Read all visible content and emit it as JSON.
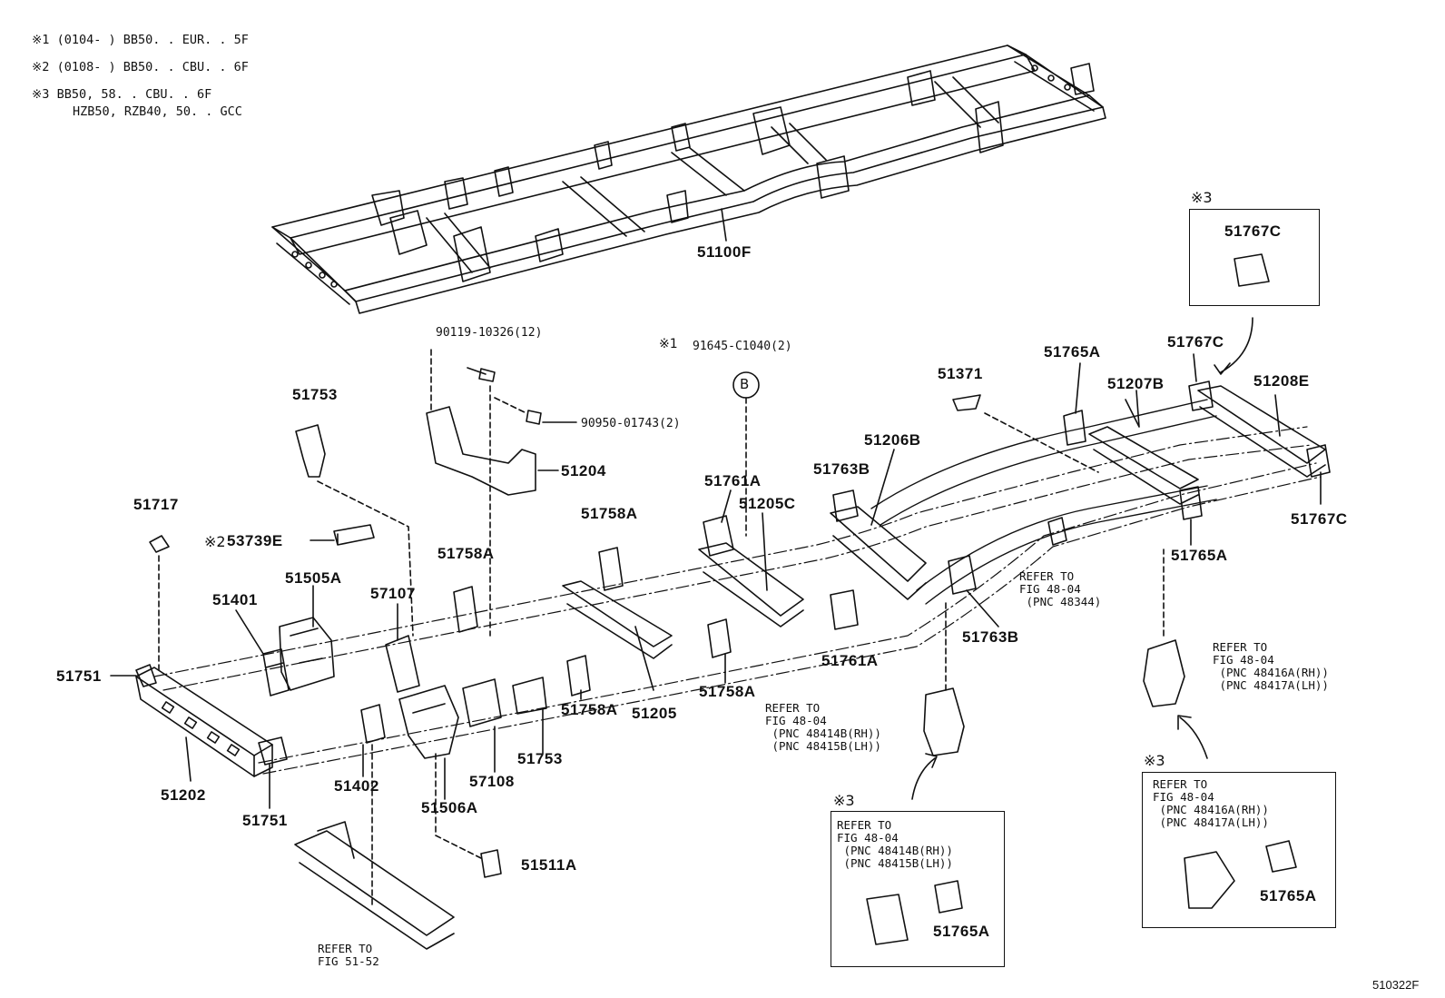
{
  "notes": [
    {
      "mark": "※1",
      "text": "(0104-      ) BB50. . EUR. . 5F"
    },
    {
      "mark": "※2",
      "text": "(0108-      ) BB50. . CBU. . 6F"
    },
    {
      "mark": "※3",
      "text": "BB50, 58. . CBU. . 6F"
    },
    {
      "mark": "",
      "text": "HZB50, RZB40, 50. . GCC"
    }
  ],
  "markers": {
    "m1": "※1",
    "m2": "※2",
    "m3": "※3",
    "circle_b": "B"
  },
  "parts": {
    "p51100F": "51100F",
    "p90119": "90119-10326(12)",
    "p91645": "91645-C1040(2)",
    "p90950": "90950-01743(2)",
    "p51204": "51204",
    "p51753a": "51753",
    "p51717": "51717",
    "p53739E": "53739E",
    "p51505A": "51505A",
    "p51401": "51401",
    "p57107": "57107",
    "p51758Aa": "51758A",
    "p51758Ab": "51758A",
    "p51758Ac": "51758A",
    "p51758Ad": "51758A",
    "p51761Aa": "51761A",
    "p51761Ab": "51761A",
    "p51205C": "51205C",
    "p51763Ba": "51763B",
    "p51763Bb": "51763B",
    "p51206B": "51206B",
    "p51371": "51371",
    "p51765Aa": "51765A",
    "p51765Ab": "51765A",
    "p51765Ac": "51765A",
    "p51765Ad": "51765A",
    "p51767Ca": "51767C",
    "p51767Cb": "51767C",
    "p51767Cc": "51767C",
    "p51207B": "51207B",
    "p51208E": "51208E",
    "p51751a": "51751",
    "p51751b": "51751",
    "p51202": "51202",
    "p51402": "51402",
    "p51506A": "51506A",
    "p57108": "57108",
    "p51753b": "51753",
    "p51205": "51205",
    "p51511A": "51511A"
  },
  "refs": {
    "r48344": "REFER TO\nFIG 48-04\n (PNC 48344)",
    "r48416": "REFER TO\nFIG 48-04\n (PNC 48416A(RH))\n (PNC 48417A(LH))",
    "r48414": "REFER TO\nFIG 48-04\n (PNC 48414B(RH))\n (PNC 48415B(LH))",
    "box_r48414": "REFER TO\nFIG 48-04\n (PNC 48414B(RH))\n (PNC 48415B(LH))",
    "box_r48416": "REFER TO\nFIG 48-04\n (PNC 48416A(RH))\n (PNC 48417A(LH))",
    "r5152": "REFER TO\nFIG 51-52"
  },
  "figure_id": "510322F"
}
